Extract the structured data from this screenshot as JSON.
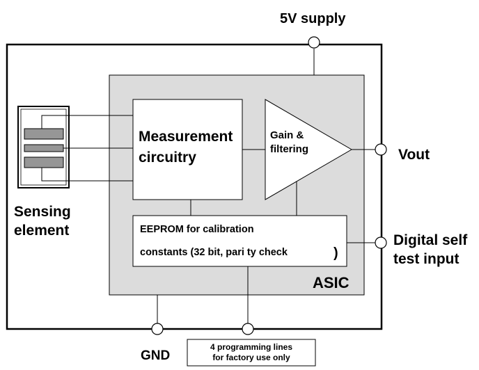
{
  "labels": {
    "supply": "5V supply",
    "measurement_line1": "Measurement",
    "measurement_line2": "circuitry",
    "gain_line1": "Gain &",
    "gain_line2": "filtering",
    "vout": "Vout",
    "sensing_line1": "Sensing",
    "sensing_line2": "element",
    "eeprom_line1": "EEPROM for calibration",
    "eeprom_line2": "constants  (32 bit, pari ty check",
    "eeprom_paren": ")",
    "selftest_line1": "Digital self",
    "selftest_line2": "test input",
    "asic": "ASIC",
    "gnd": "GND",
    "prog_line1": "4 programming lines",
    "prog_line2": "for factory use only"
  },
  "colors": {
    "asic_fill": "#dcdcdc",
    "stroke": "#000000",
    "box_fill": "#ffffff",
    "plate_fill": "#969696"
  }
}
